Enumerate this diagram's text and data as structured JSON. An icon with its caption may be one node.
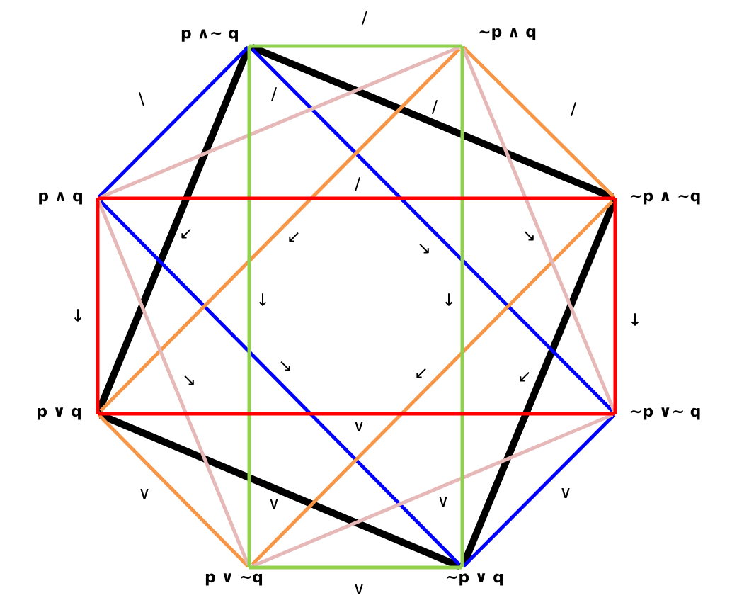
{
  "diagram": {
    "nodes": [
      {
        "text": [
          "p ∧~ q"
        ]
      },
      {
        "text": [
          "~p ∧ q"
        ]
      },
      {
        "text": [
          "p ∧ q"
        ]
      },
      {
        "text": [
          "~p ∧ ~q"
        ]
      },
      {
        "text": [
          "p ∨ q"
        ]
      },
      {
        "text": [
          "~p ∨~ q"
        ]
      },
      {
        "text": [
          "p ∨ ~q"
        ]
      },
      {
        "text": [
          "~p ∨ q"
        ]
      }
    ],
    "edges": [
      {
        "from": 0,
        "to": 1,
        "arrow": "none",
        "label": "/",
        "color": "#92d050"
      },
      {
        "from": 0,
        "to": 6,
        "arrow": "none",
        "label": "↓",
        "color": "#92d050"
      },
      {
        "from": 1,
        "to": 7,
        "arrow": "none",
        "label": "↓",
        "color": "#92d050"
      },
      {
        "from": 6,
        "to": 7,
        "arrow": "none",
        "label": "∨",
        "color": "#92d050"
      },
      {
        "from": 2,
        "to": 3,
        "arrow": "none",
        "label": "/",
        "color": "#ff0000"
      },
      {
        "from": 2,
        "to": 4,
        "arrow": "none",
        "label": "↓",
        "color": "#ff0000"
      },
      {
        "from": 3,
        "to": 5,
        "arrow": "none",
        "label": "↓",
        "color": "#ff0000"
      },
      {
        "from": 4,
        "to": 5,
        "arrow": "none",
        "label": "∨",
        "color": "#ff0000"
      },
      {
        "from": 2,
        "to": 0,
        "arrow": "none",
        "label": "\\",
        "color": "#0000ff"
      },
      {
        "from": 0,
        "to": 5,
        "arrow": "none",
        "label": "↘",
        "color": "#0000ff"
      },
      {
        "from": 2,
        "to": 7,
        "arrow": "none",
        "label": "↘",
        "color": "#0000ff"
      },
      {
        "from": 5,
        "to": 7,
        "arrow": "none",
        "label": "∨",
        "color": "#0000ff"
      },
      {
        "from": 1,
        "to": 3,
        "arrow": "none",
        "label": "/",
        "color": "#f79646"
      },
      {
        "from": 1,
        "to": 4,
        "arrow": "none",
        "label": "↙",
        "color": "#f79646"
      },
      {
        "from": 3,
        "to": 6,
        "arrow": "none",
        "label": "↙",
        "color": "#f79646"
      },
      {
        "from": 4,
        "to": 6,
        "arrow": "none",
        "label": "∨",
        "color": "#f79646"
      },
      {
        "from": 2,
        "to": 1,
        "arrow": "none",
        "label": "/",
        "color": "#e6b9b8"
      },
      {
        "from": 2,
        "to": 6,
        "arrow": "none",
        "label": "↘",
        "color": "#e6b9b8"
      },
      {
        "from": 1,
        "to": 5,
        "arrow": "none",
        "label": "↘",
        "color": "#e6b9b8"
      },
      {
        "from": 6,
        "to": 5,
        "arrow": "none",
        "label": "∨",
        "color": "#e6b9b8"
      },
      {
        "from": 0,
        "to": 3,
        "arrow": "none",
        "label": "/",
        "color": "#000000",
        "style": "thick"
      },
      {
        "from": 0,
        "to": 4,
        "arrow": "none",
        "label": "↙",
        "color": "#000000",
        "style": "thick"
      },
      {
        "from": 3,
        "to": 7,
        "arrow": "none",
        "label": "↙",
        "color": "#000000",
        "style": "thick"
      },
      {
        "from": 4,
        "to": 7,
        "arrow": "none",
        "label": "∨",
        "color": "#000000",
        "style": "thick"
      }
    ]
  }
}
